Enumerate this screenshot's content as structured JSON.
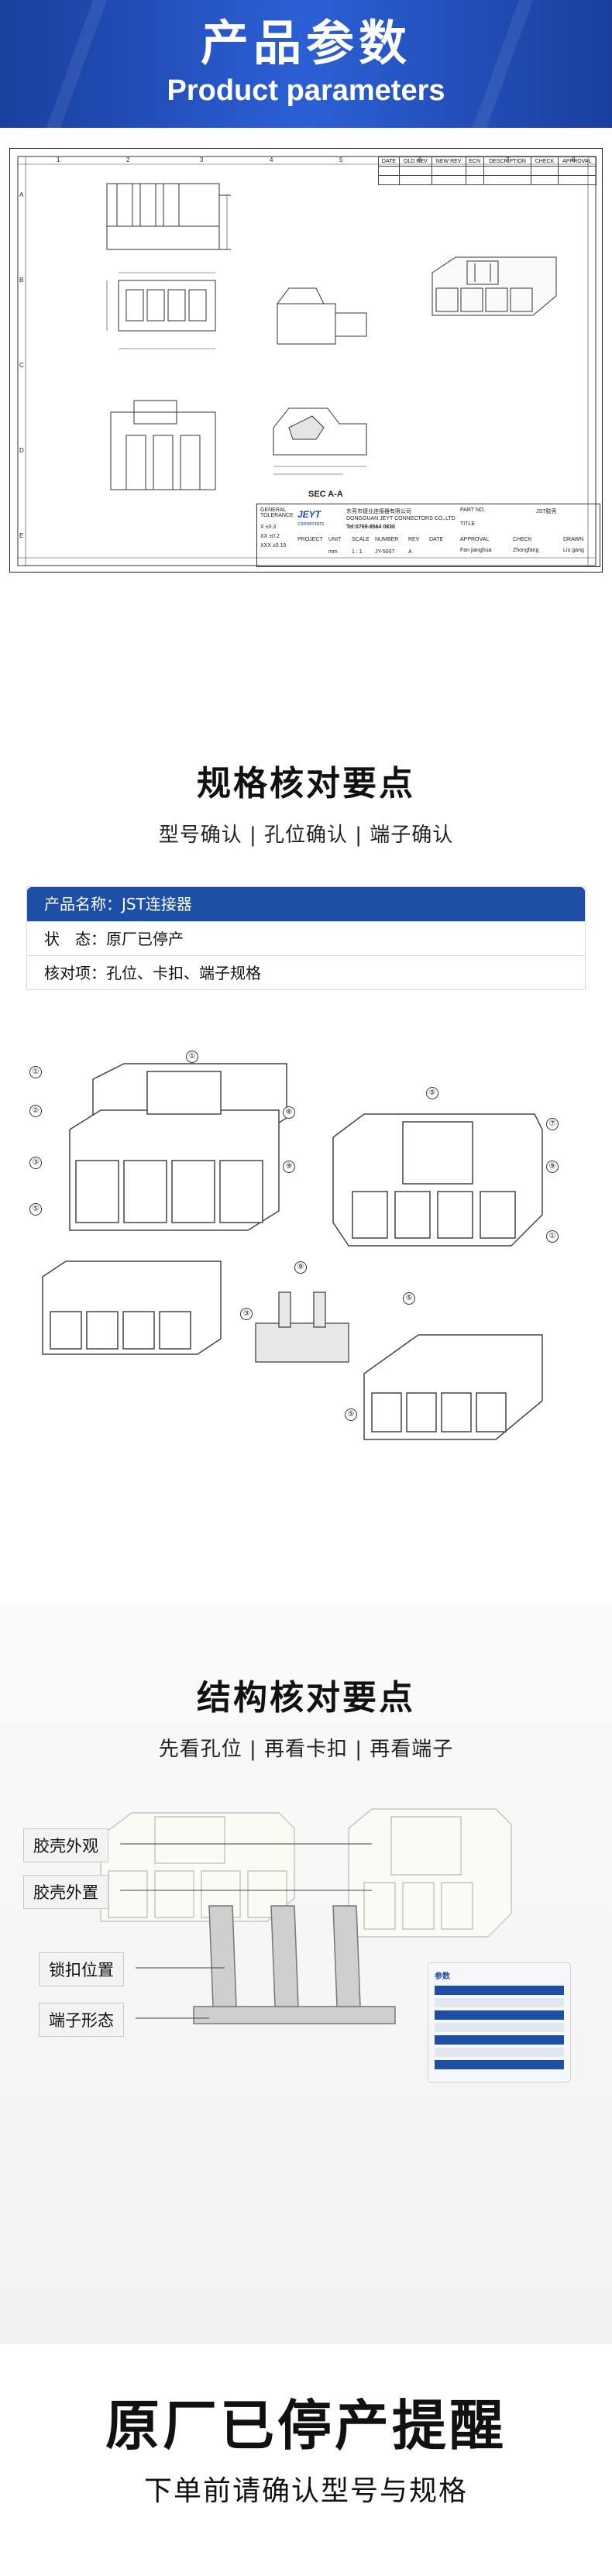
{
  "header": {
    "title_cn": "产品参数",
    "title_en": "Product parameters"
  },
  "drawing": {
    "col_numbers": [
      "1",
      "2",
      "3",
      "4",
      "5",
      "6",
      "7",
      "8"
    ],
    "row_letters": [
      "A",
      "B",
      "C",
      "D",
      "E"
    ],
    "revision_headers": [
      "DATE",
      "OLD REV",
      "NEW REV",
      "ECN",
      "DESCRIPTION",
      "CHECK",
      "APPROVAL"
    ],
    "section_label": "SEC A-A",
    "company_cn": "东莞市捷业连接器有限公司",
    "company_en": "DONGGUAN JEYT CONNECTORS CO.,LTD",
    "company_tel": "Tel:0769-8564 0830",
    "logo_text": "JEYT",
    "logo_sub": "connectors",
    "part_no_label": "PART NO.",
    "part_no_value": "JST胶壳",
    "title_label": "TITLE",
    "tolerance_label": "GENERAL TOLERANCE",
    "tolerances": [
      "X  ±0.3",
      "XX  ±0.2",
      "XXX  ±0.15"
    ],
    "approval_label": "APPROVAL",
    "check_label": "CHECK",
    "drawn_label": "DRAWN",
    "approval_name": "Fan jianghua",
    "check_name": "Zhongfang",
    "drawn_name": "Liu gang",
    "meta_labels": [
      "PROJECT",
      "UNIT",
      "SCALE",
      "NUMBER",
      "REV",
      "DATE"
    ],
    "meta_values": [
      "mm",
      "1 : 1",
      "JY-5007",
      "A",
      ""
    ]
  },
  "spec_section": {
    "title": "规格核对要点",
    "subtitle": "型号确认 | 孔位确认 | 端子确认",
    "rows": [
      "产品名称：JST连接器",
      "状　态：原厂已停产",
      "核对项：孔位、卡扣、端子规格"
    ]
  },
  "callouts": [
    "①",
    "②",
    "③",
    "⑤",
    "⑦",
    "⑧",
    "⑨"
  ],
  "structure_section": {
    "title": "结构核对要点",
    "subtitle": "先看孔位 | 再看卡扣 | 再看端子",
    "tags": [
      "胶壳外观",
      "胶壳外置",
      "锁扣位置",
      "端子形态"
    ],
    "mini_card_title": "参数"
  },
  "footer": {
    "title": "原厂已停产提醒",
    "subtitle": "下单前请确认型号与规格"
  }
}
